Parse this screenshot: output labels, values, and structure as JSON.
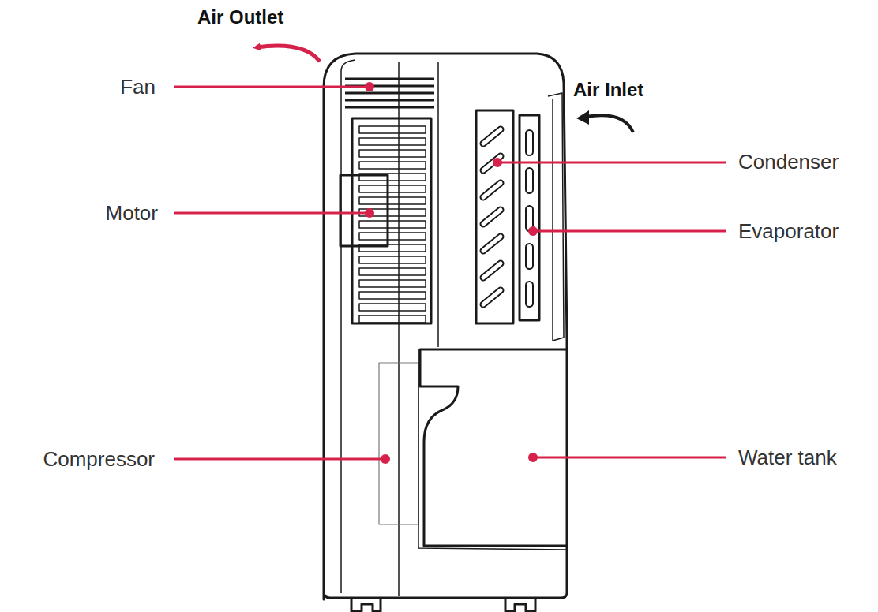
{
  "diagram": {
    "labels": [
      "Air Outlet",
      "Air Inlet",
      "Fan",
      "Motor",
      "Compressor",
      "Condenser",
      "Evaporator",
      "Water tank"
    ]
  }
}
